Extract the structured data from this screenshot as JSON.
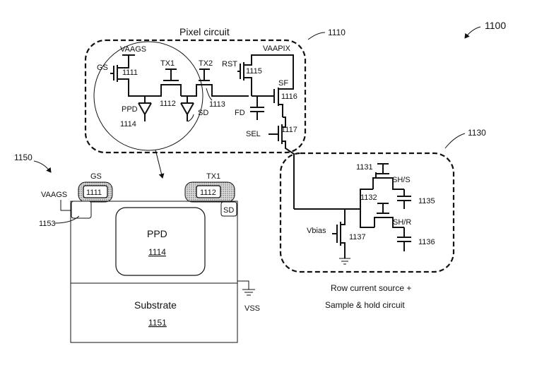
{
  "figure_number": "1100",
  "pixel_circuit": {
    "title": "Pixel circuit",
    "ref": "1110",
    "labels": {
      "vaags": "VAAGS",
      "gs": "GS",
      "t1111": "1111",
      "tx1": "TX1",
      "tx2": "TX2",
      "rst": "RST",
      "t1115": "1115",
      "vaapix": "VAAPIX",
      "sf": "SF",
      "t1116": "1116",
      "n1112": "1112",
      "n1113": "1113",
      "ppd": "PPD",
      "n1114": "1114",
      "sd": "SD",
      "fd": "FD",
      "sel": "SEL",
      "t1117": "1117"
    }
  },
  "row_circuit": {
    "ref": "1130",
    "caption_line1": "Row current source +",
    "caption_line2": "Sample & hold circuit",
    "labels": {
      "t1131": "1131",
      "shs": "SH/S",
      "c1135": "1135",
      "t1132": "1132",
      "shr": "SH/R",
      "c1136": "1136",
      "vbias": "Vbias",
      "t1137": "1137"
    }
  },
  "cross_section": {
    "ref": "1150",
    "gs": "GS",
    "tx1": "TX1",
    "g1111": "1111",
    "g1112": "1112",
    "vaags": "VAAGS",
    "n1153": "1153",
    "sd": "SD",
    "ppd": "PPD",
    "ppd_ref": "1114",
    "substrate": "Substrate",
    "substrate_ref": "1151",
    "vss": "VSS"
  }
}
